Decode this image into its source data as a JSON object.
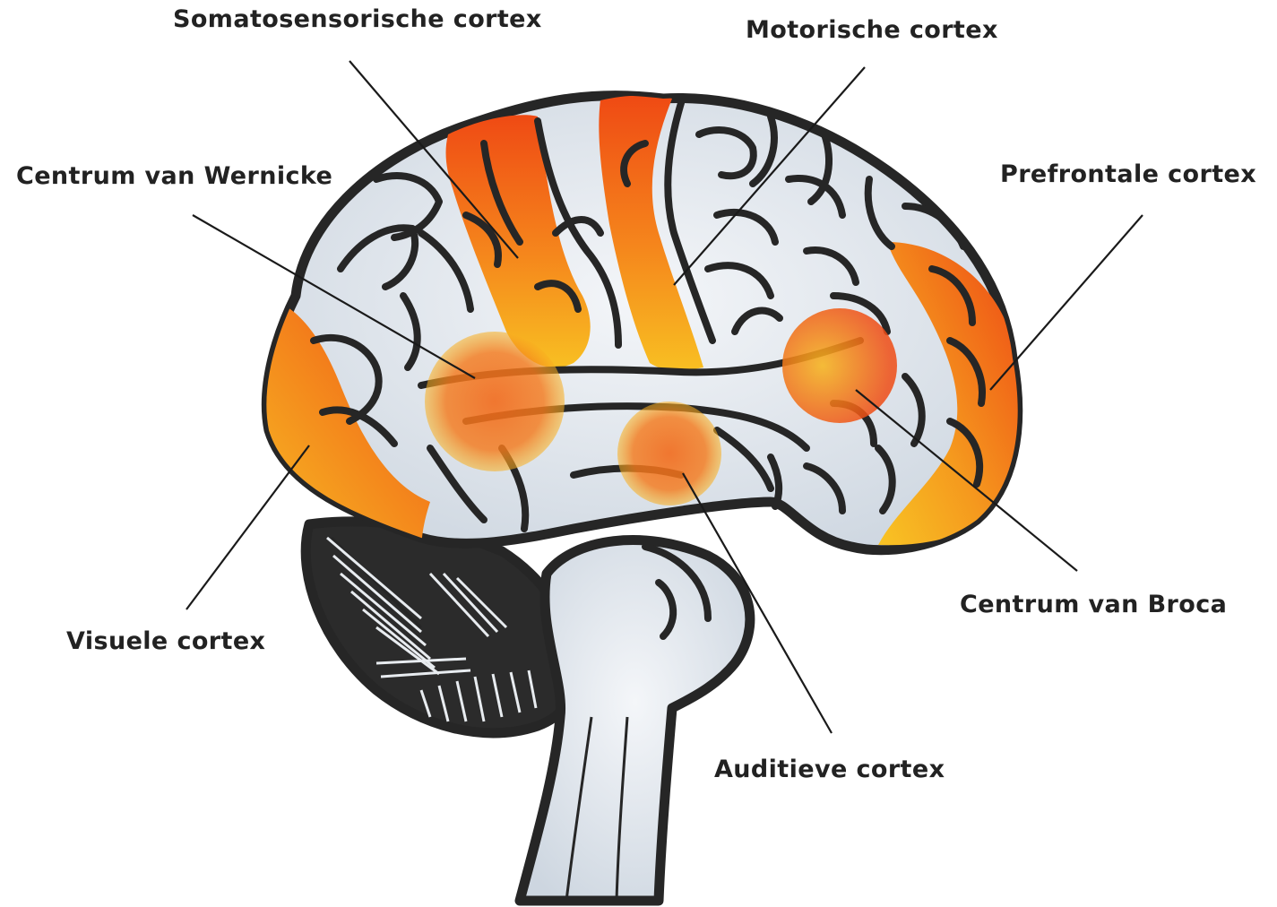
{
  "labels": {
    "somatosensory": "Somatosensorische cortex",
    "motor": "Motorische cortex",
    "wernicke": "Centrum van Wernicke",
    "prefrontal": "Prefrontale cortex",
    "visual": "Visuele cortex",
    "broca": "Centrum van Broca",
    "auditory": "Auditieve cortex"
  },
  "colors": {
    "cortex_fill": "#dfe6ee",
    "outline": "#262626",
    "highlight_orange": "#f05a1a",
    "highlight_yellow": "#f7b820",
    "marker_glow": "#f26a1b"
  }
}
